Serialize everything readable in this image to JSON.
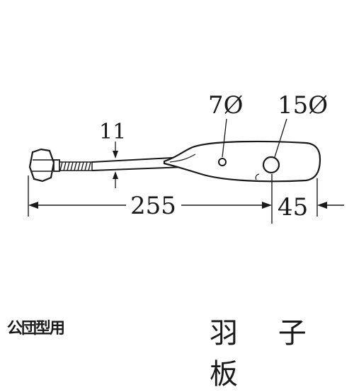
{
  "dimensions": {
    "small_hole_diameter": "7Ø",
    "large_hole_diameter": "15Ø",
    "rod_thickness": "11",
    "rod_length": "255",
    "hole_to_end": "45"
  },
  "caption": {
    "category": "公団型用",
    "name": "羽 子 板"
  }
}
